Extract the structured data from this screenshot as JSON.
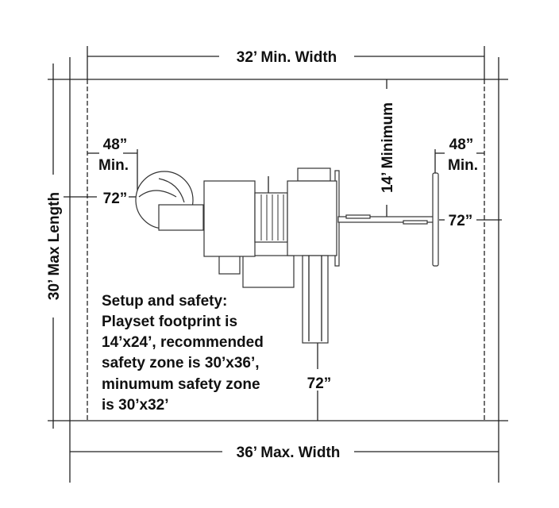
{
  "dimensions": {
    "min_width": "32’ Min. Width",
    "max_width": "36’ Max. Width",
    "max_length": "30’ Max Length",
    "minimum_14": "14’ Minimum",
    "left_48": "48”",
    "left_min": "Min.",
    "left_72": "72”",
    "right_48": "48”",
    "right_min": "Min.",
    "right_72": "72”",
    "bottom_72": "72”"
  },
  "notes": {
    "lines": [
      "Setup and safety:",
      "Playset footprint is",
      "14’x24’, recommended",
      "safety zone is 30’x36’,",
      "minumum safety zone",
      "is 30’x32’"
    ]
  }
}
